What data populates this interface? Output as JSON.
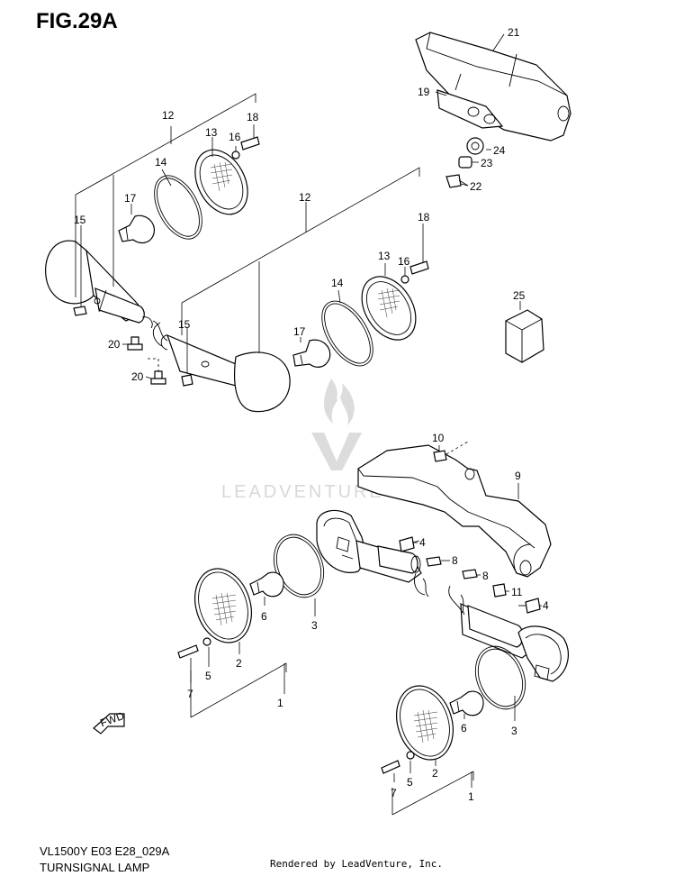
{
  "figure": {
    "title": "FIG.29A"
  },
  "watermark": {
    "brand": "LEADVENTURE"
  },
  "callouts": [
    "21",
    "19",
    "24",
    "23",
    "22",
    "12",
    "18",
    "13",
    "16",
    "14",
    "17",
    "15",
    "20",
    "20",
    "12",
    "18",
    "16",
    "13",
    "14",
    "15",
    "17",
    "25",
    "10",
    "9",
    "4",
    "8",
    "8",
    "11",
    "4",
    "6",
    "3",
    "5",
    "2",
    "7",
    "1",
    "6",
    "3",
    "5",
    "2",
    "7",
    "1"
  ],
  "fwd_label": "FWD",
  "footer": {
    "model_code": "VL1500Y E03 E28_029A",
    "section_name": "TURNSIGNAL LAMP",
    "rendered_by": "Rendered by LeadVenture, Inc."
  },
  "colors": {
    "line": "#000000",
    "watermark": "#dcdcdc",
    "background": "#ffffff"
  }
}
